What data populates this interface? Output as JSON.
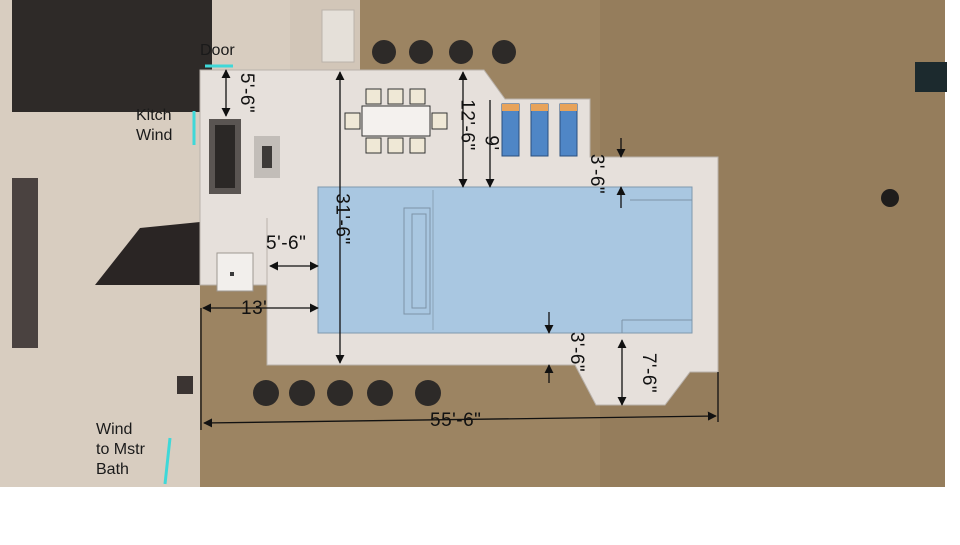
{
  "labels": {
    "door": "Door",
    "kitchen_window": "Kitch\nWind",
    "bath_window": "Wind\nto Mstr\nBath"
  },
  "dimensions": {
    "door_to_deck": "5'-6\"",
    "deck_top_depth": "12'-6\"",
    "deck_chairs": "9'",
    "pool_end_gap": "3'-6\"",
    "deck_width": "31'-6\"",
    "side_gap": "5'-6\"",
    "house_to_pool": "13'",
    "pool_side_gap": "3'-6\"",
    "deck_bottom_extension": "7'-6\"",
    "overall_length": "55'-6\""
  },
  "colors": {
    "ground": "#9c8462",
    "deck": "#e6e0db",
    "pool": "#a9c7e1",
    "marker": "#3fd8d8",
    "lounger": "#4f86c6"
  }
}
